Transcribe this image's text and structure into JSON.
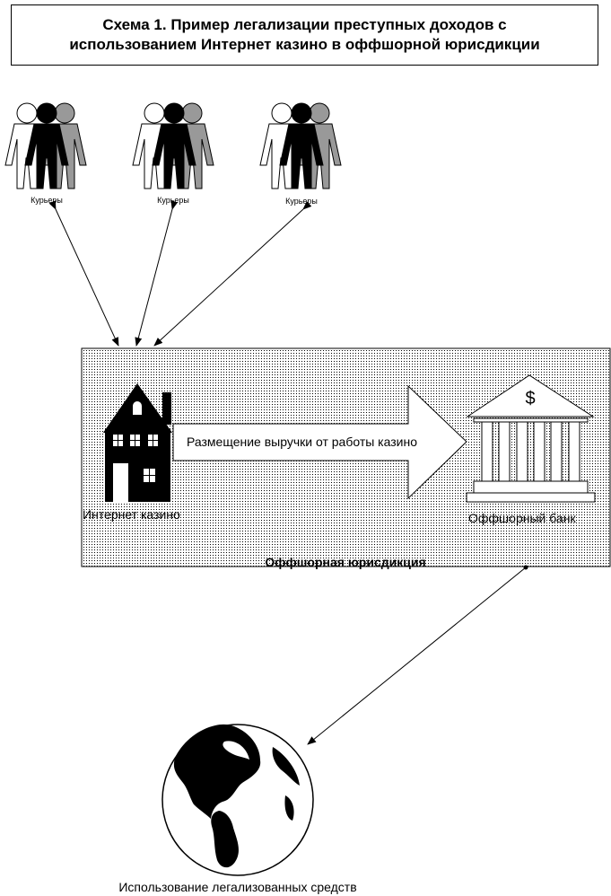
{
  "title": {
    "line1": "Схема 1. Пример легализации преступных доходов с",
    "line2": "использованием Интернет казино в оффшорной юрисдикции"
  },
  "couriers": [
    {
      "label": "Курьеры"
    },
    {
      "label": "Курьеры"
    },
    {
      "label": "Курьеры"
    }
  ],
  "jurisdiction": {
    "label": "Оффшорная юрисдикция"
  },
  "casino": {
    "label": "Интернет казино",
    "icon": "house-icon"
  },
  "arrow": {
    "label": "Размещение выручки от работы казино"
  },
  "bank": {
    "label": "Оффшорный банк",
    "symbol": "$",
    "icon": "bank-icon"
  },
  "globe": {
    "label": "Использование легализованных средств",
    "icon": "globe-icon"
  }
}
